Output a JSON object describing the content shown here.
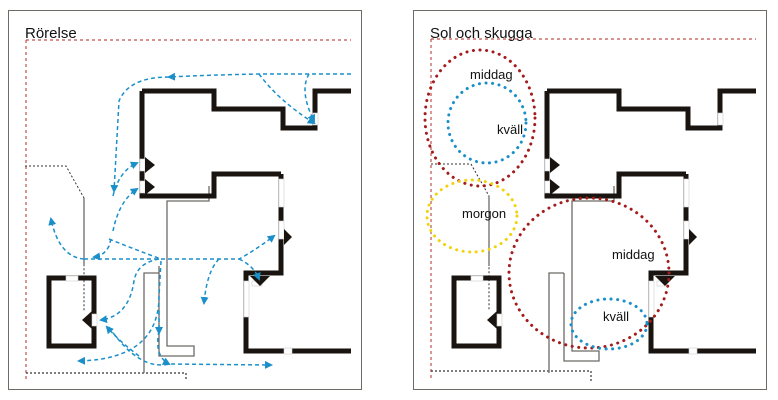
{
  "panels": [
    {
      "title": "Rörelse",
      "legend_colors": {
        "movement": "#1a8fc9",
        "plot_boundary": "#c0504d",
        "walls": "#1a1410",
        "paths": "#6e6a66"
      }
    },
    {
      "title": "Sol och skugga",
      "labels": {
        "middag_top": "middag",
        "kvall_top": "kväll",
        "morgon": "morgon",
        "middag_bottom": "middag",
        "kvall_bottom": "kväll"
      },
      "zone_colors": {
        "middag": "#a31b1b",
        "kvall": "#1a8fc9",
        "morgon": "#f2d20a"
      }
    }
  ]
}
